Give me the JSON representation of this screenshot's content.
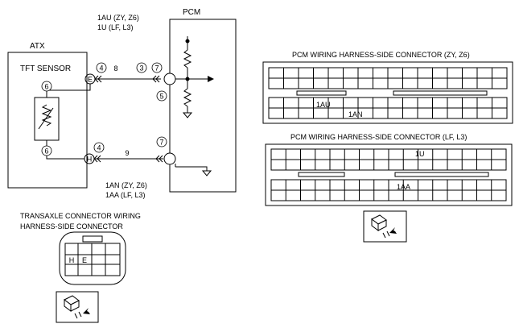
{
  "labels": {
    "pcm": "PCM",
    "atx": "ATX",
    "tft_sensor": "TFT SENSOR",
    "pin_top_line1": "1AU (ZY, Z6)",
    "pin_top_line2": "1U (LF, L3)",
    "pin_bottom_line1": "1AN (ZY, Z6)",
    "pin_bottom_line2": "1AA (LF, L3)",
    "pin_e": "E",
    "pin_h": "H"
  },
  "circled_numbers": {
    "n4_top": "4",
    "n8": "8",
    "n3": "3",
    "n7_top": "7",
    "n6_top": "6",
    "n5": "5",
    "n6_bottom": "6",
    "n4_bottom": "4",
    "n9": "9",
    "n7_bottom": "7"
  },
  "connectors": {
    "zy": {
      "title": "PCM WIRING HARNESS-SIDE CONNECTOR (ZY, Z6)",
      "label_a": "1AU",
      "label_b": "1AN"
    },
    "lf": {
      "title": "PCM WIRING HARNESS-SIDE CONNECTOR (LF, L3)",
      "label_a": "1U",
      "label_b": "1AA"
    },
    "transaxle": {
      "title_line1": "TRANSAXLE CONNECTOR WIRING",
      "title_line2": "HARNESS-SIDE CONNECTOR",
      "pin_h": "H",
      "pin_e": "E"
    }
  }
}
